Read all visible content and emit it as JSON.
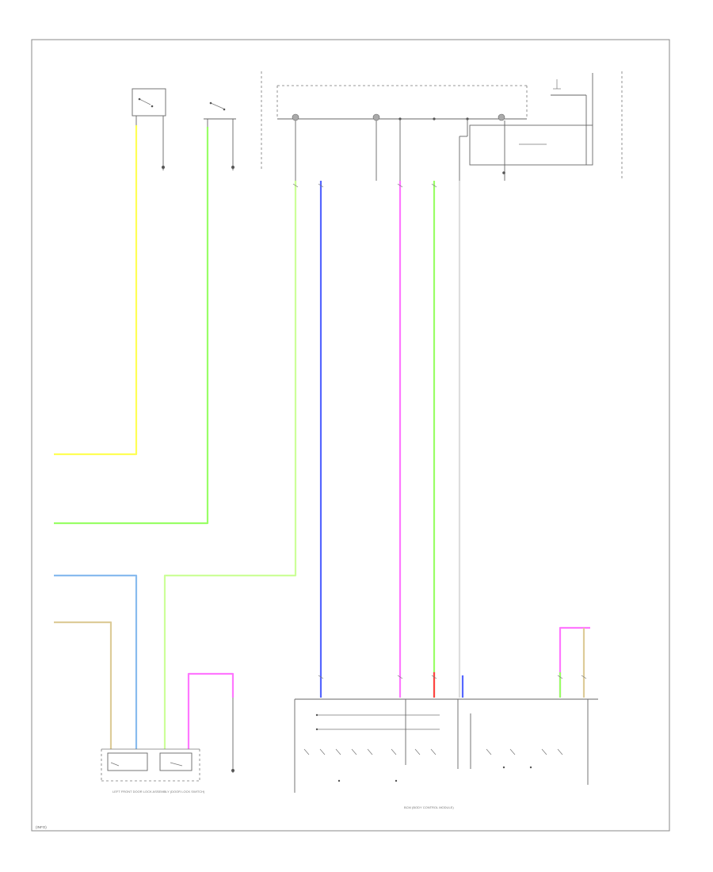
{
  "diagram_id": "(INFO)",
  "wire_colors": {
    "yellow": "#ffff55",
    "green": "#99ff66",
    "light_green": "#ccff99",
    "blue": "#5566ff",
    "light_blue": "#88bbee",
    "pink": "#ff77ff",
    "tan": "#ddcc99",
    "red": "#ff4444",
    "gray": "#999999"
  },
  "captions": {
    "left_switch_assembly": "LEFT FRONT DOOR LOCK ASSEMBLY (DOOR LOCK SWITCH)",
    "bcm": "BCM (BODY CONTROL MODULE)"
  }
}
